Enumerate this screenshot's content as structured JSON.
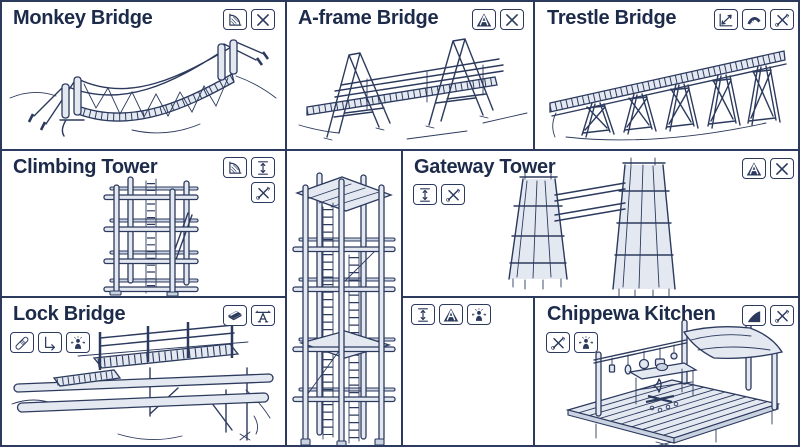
{
  "palette": {
    "ink": "#2c3a5e",
    "title": "#1d2b4b",
    "wood": "#e4e9f1",
    "wood2": "#c9d2e0",
    "background": "#ffffff"
  },
  "panels": [
    {
      "id": "monkey-bridge",
      "title": "Monkey Bridge",
      "icons_right": [
        "angle-gauge",
        "cross-lashing"
      ]
    },
    {
      "id": "a-frame-bridge",
      "title": "A-frame Bridge",
      "icons_right": [
        "a-frame",
        "cross-lashing"
      ]
    },
    {
      "id": "trestle-bridge",
      "title": "Trestle Bridge",
      "icons_right": [
        "diagonal-measure",
        "rope-curve",
        "crossed-tools"
      ]
    },
    {
      "id": "climbing-tower",
      "title": "Climbing Tower",
      "icons_right": [
        "angle-gauge",
        "height",
        "crossed-tools"
      ]
    },
    {
      "id": "signal-tower",
      "title": ""
    },
    {
      "id": "gateway-tower",
      "title": "Gateway Tower",
      "icons_left": [
        "height",
        "crossed-tools"
      ],
      "icons_right": [
        "a-frame",
        "cross-lashing"
      ]
    },
    {
      "id": "lock-bridge",
      "title": "Lock Bridge",
      "icons_right": [
        "plank",
        "trestle"
      ],
      "icons_left": [
        "spar",
        "corner-arrow",
        "person-carry"
      ]
    },
    {
      "id": "tower-specs",
      "title": "",
      "icons_left": [
        "height",
        "a-frame",
        "person-carry"
      ]
    },
    {
      "id": "chippewa-kitchen",
      "title": "Chippewa Kitchen",
      "icons_right": [
        "ramp-fin",
        "crossed-tools"
      ],
      "icons_left": [
        "crossed-tools",
        "person-carry"
      ]
    }
  ]
}
